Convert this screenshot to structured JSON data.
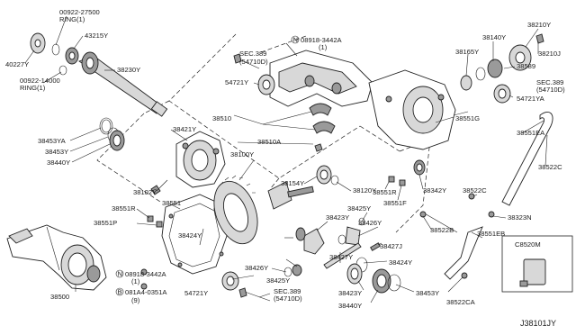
{
  "diagram": {
    "reference_code": "J38101JY",
    "labels": {
      "l40227Y": "40227Y",
      "l00922_27500": "00922-27500",
      "l00922_27500_ring": "RING(1)",
      "l43215Y": "43215Y",
      "l00922_14000": "00922-14000",
      "l00922_14000_ring": "RING(1)",
      "l38230Y": "38230Y",
      "l38453YA": "38453YA",
      "l38453Y_a": "38453Y",
      "l38440Y_a": "38440Y",
      "l38421Y": "38421Y",
      "l38102Y": "38102Y",
      "l38551": "38551",
      "l38551R": "38551R",
      "l38551P": "38551P",
      "l38500": "38500",
      "l08918_3442A_b": "08918-3442A",
      "l08918_3442A_b_qty": "(1)",
      "l081A4": "081A4-0351A",
      "l081A4_qty": "(9)",
      "l38424Y_a": "38424Y",
      "l38426Y_a": "38426Y",
      "l38425Y_a": "38425Y",
      "l54721Y_b": "54721Y",
      "l_sec389_b": "SEC.389",
      "l_sec389_b_ref": "(54710D)",
      "l38100Y": "38100Y",
      "l38510": "38510",
      "l38510A": "38510A",
      "l54721Y_a": "54721Y",
      "l_sec389_a": "SEC.389",
      "l_sec389_a_ref": "(54710D)",
      "l08918_3442A_a": "08918-3442A",
      "l08918_3442A_a_qty": "(1)",
      "l38154Y": "38154Y",
      "l38120Y": "38120Y",
      "l38423Y_a": "38423Y",
      "l38425Y_b": "38425Y",
      "l38426Y_b": "38426Y",
      "l38427J": "38427J",
      "l38427Y": "38427Y",
      "l38424Y_b": "38424Y",
      "l38423Y_b": "38423Y",
      "l38440Y_b": "38440Y",
      "l38453Y_b": "38453Y",
      "l38551R_b": "38551R",
      "l38551F": "38551F",
      "l38342Y": "38342Y",
      "l38551G": "38551G",
      "l38522B": "38522B",
      "l38551EB": "38551EB",
      "l38522CA": "38522CA",
      "l38140Y": "38140Y",
      "l38165Y": "38165Y",
      "l38210Y": "38210Y",
      "l38210J": "38210J",
      "l38589": "38589",
      "l_sec389_c": "SEC.389",
      "l_sec389_c_ref": "(54710D)",
      "l54721YA": "54721YA",
      "l38551EA": "38551EA",
      "l38522C_a": "38522C",
      "l38522C_b": "38522C",
      "l38323N": "38323N",
      "l_c8520m": "C8520M",
      "l_n": "N",
      "l_b": "B"
    }
  }
}
